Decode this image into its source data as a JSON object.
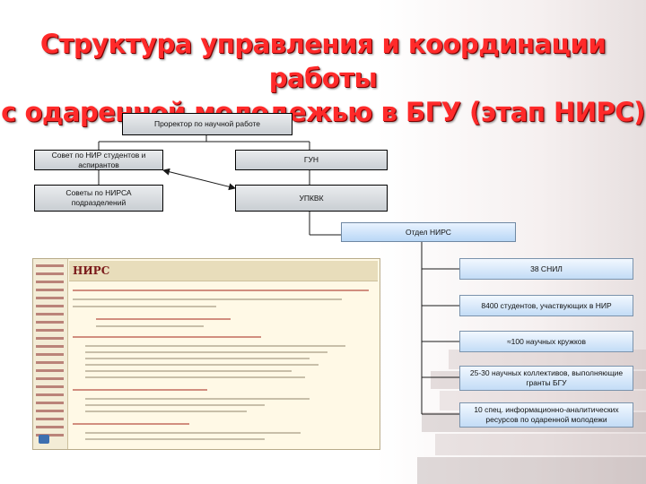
{
  "title": {
    "line1": "Структура управления и координации работы",
    "line2": "с одаренной молодежью в БГУ (этап НИРС)"
  },
  "boxes": {
    "prorector": "Проректор по научной работе",
    "council_nir": "Совет по НИР студентов и аспирантов",
    "councils_nirsa": "Советы по НИРСА подразделений",
    "gun": "ГУН",
    "upkvk": "УПКВК",
    "otdel_nirs": "Отдел НИРС",
    "snil": "38 СНИЛ",
    "students": "8400 студентов, участвующих в НИР",
    "circles": "≈100 научных кружков",
    "collectives": "25-30 научных коллективов, выполняющие гранты БГУ",
    "resources": "10 спец. информационно-аналитических ресурсов по одаренной молодежи"
  },
  "screenshot": {
    "logo": "НИРС"
  },
  "colors": {
    "title": "#ff2a2a",
    "dark_box": "#c9ced3",
    "blue_box": "#b9d7f6",
    "connector": "#1a1a1a"
  }
}
